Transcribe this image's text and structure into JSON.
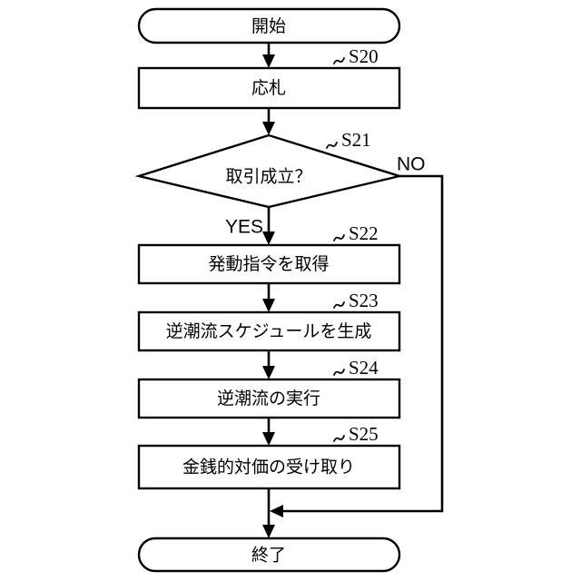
{
  "diagram": {
    "type": "flowchart",
    "orientation": "vertical",
    "background_color": "#ffffff",
    "line_color": "#000000",
    "nodes": [
      {
        "id": "start",
        "shape": "stadium",
        "label": "開始",
        "step": ""
      },
      {
        "id": "s20",
        "shape": "rectangle",
        "label": "応札",
        "step": "S20"
      },
      {
        "id": "s21",
        "shape": "diamond",
        "label": "取引成立？",
        "step": "S21"
      },
      {
        "id": "s22",
        "shape": "rectangle",
        "label": "発動指令を取得",
        "step": "S22"
      },
      {
        "id": "s23",
        "shape": "rectangle",
        "label": "逆潮流スケジュールを生成",
        "step": "S23"
      },
      {
        "id": "s24",
        "shape": "rectangle",
        "label": "逆潮流の実行",
        "step": "S24"
      },
      {
        "id": "s25",
        "shape": "rectangle",
        "label": "金銭的対価の受け取り",
        "step": "S25"
      },
      {
        "id": "end",
        "shape": "stadium",
        "label": "終了",
        "step": ""
      }
    ],
    "branches": {
      "yes_label": "YES",
      "no_label": "NO"
    },
    "edges": [
      {
        "from": "start",
        "to": "s20",
        "label": ""
      },
      {
        "from": "s20",
        "to": "s21",
        "label": ""
      },
      {
        "from": "s21",
        "to": "s22",
        "label": "YES"
      },
      {
        "from": "s21",
        "to": "end",
        "label": "NO"
      },
      {
        "from": "s22",
        "to": "s23",
        "label": ""
      },
      {
        "from": "s23",
        "to": "s24",
        "label": ""
      },
      {
        "from": "s24",
        "to": "s25",
        "label": ""
      },
      {
        "from": "s25",
        "to": "end",
        "label": ""
      }
    ]
  }
}
